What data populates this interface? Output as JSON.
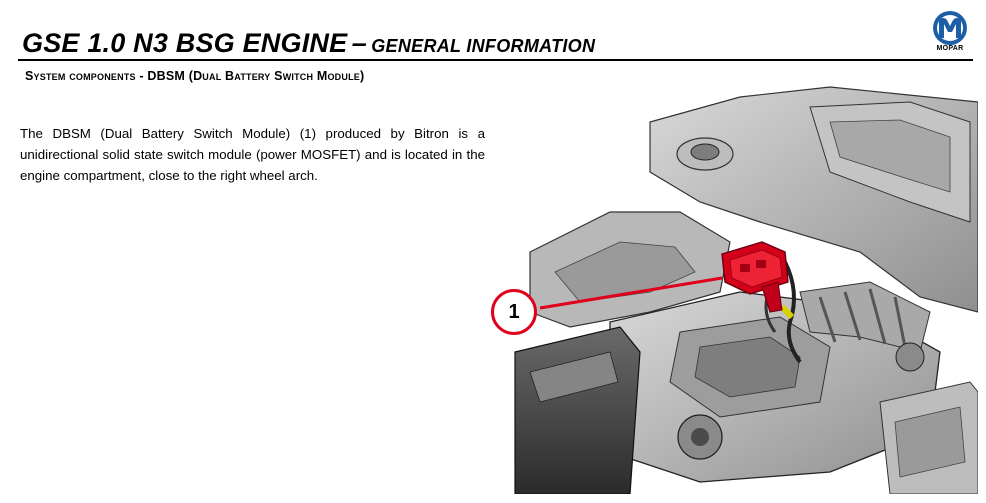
{
  "header": {
    "title": "GSE 1.0 N3 BSG ENGINE",
    "separator": "–",
    "subtitle": "GENERAL INFORMATION",
    "logo_text": "MOPAR"
  },
  "section": {
    "title": "System components - DBSM (Dual Battery Switch Module)"
  },
  "body": {
    "paragraph": "The DBSM (Dual Battery Switch Module) (1) produced by Bitron is a unidirectional solid state switch module (power MOSFET) and is located in the engine compartment, close to the right wheel arch."
  },
  "figure": {
    "callout_label": "1",
    "accent_color": "#e0001b"
  }
}
